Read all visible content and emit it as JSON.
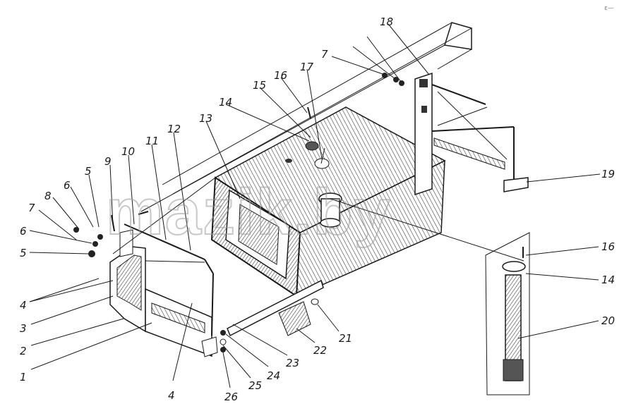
{
  "watermark": "mazik.by",
  "corner_mark": "ε—",
  "callouts": [
    "1",
    "2",
    "3",
    "4",
    "4",
    "5",
    "5",
    "6",
    "6",
    "7",
    "7",
    "8",
    "9",
    "10",
    "11",
    "12",
    "13",
    "14",
    "14",
    "15",
    "16",
    "16",
    "17",
    "18",
    "19",
    "20",
    "21",
    "22",
    "23",
    "24",
    "25",
    "26"
  ]
}
